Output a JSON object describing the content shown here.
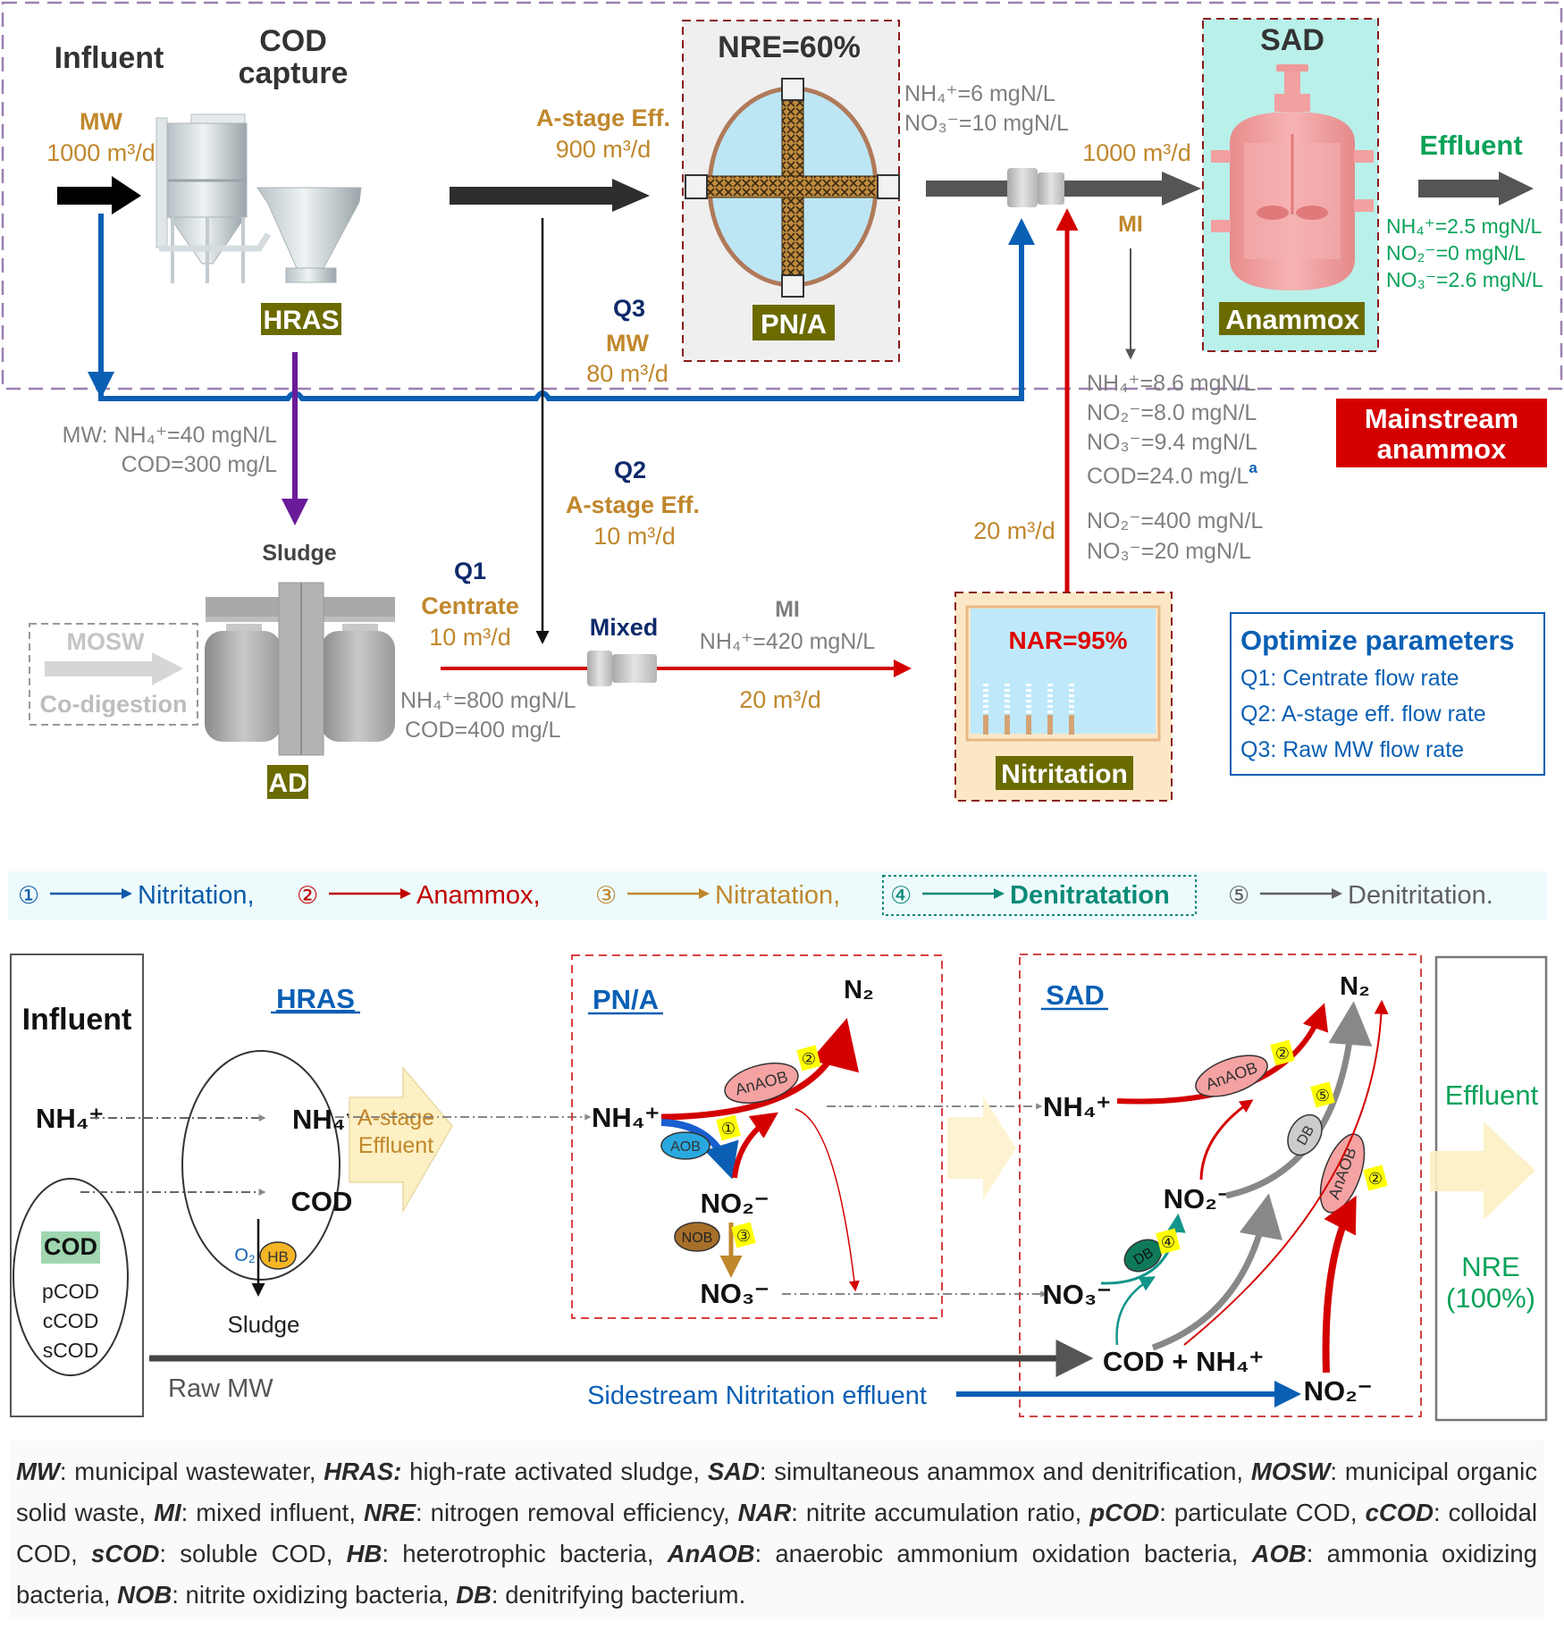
{
  "top_panel": {
    "influent_label": "Influent",
    "cod_capture_label": [
      "COD",
      "capture"
    ],
    "mw_label": "MW",
    "mw_flow": "1000 m³/d",
    "hras_label": "HRAS",
    "a_stage_eff_label": "A-stage Eff.",
    "a_stage_eff_flow": "900 m³/d",
    "pna_nre": "NRE=60%",
    "pna_label": "PN/A",
    "pna_effluent": [
      "NH₄⁺=6 mgN/L",
      "NO₃⁻=10 mgN/L"
    ],
    "mixed_flow": "1000 m³/d",
    "mi_label": "MI",
    "sad_label": "SAD",
    "anammox_label": "Anammox",
    "effluent_label": "Effluent",
    "effluent_values": [
      "NH₄⁺=2.5 mgN/L",
      "NO₂⁻=0 mgN/L",
      "NO₃⁻=2.6 mgN/L"
    ],
    "q3_label": "Q3",
    "q3_mw_label": "MW",
    "q3_flow": "80 m³/d",
    "mw_quality": [
      "MW: NH₄⁺=40 mgN/L",
      "COD=300 mg/L"
    ],
    "mi_values": [
      "NH₄⁺=8.6 mgN/L",
      "NO₂⁻=8.0 mgN/L",
      "NO₃⁻=9.4 mgN/L",
      "COD=24.0 mg/L"
    ],
    "mi_footnote": "a",
    "nitritation_eff_values": [
      "NO₂⁻=400 mgN/L",
      "NO₃⁻=20 mgN/L"
    ],
    "nitritation_eff_flow": "20 m³/d",
    "mainstream_badge": [
      "Mainstream",
      "anammox"
    ],
    "sludge_label": "Sludge",
    "q2_label": "Q2",
    "q2_stream": "A-stage Eff.",
    "q2_flow": "10 m³/d",
    "q1_label": "Q1",
    "q1_stream": "Centrate",
    "q1_flow": "10 m³/d",
    "centrate_values": [
      "NH₄⁺=800 mgN/L",
      "COD=400 mg/L"
    ],
    "mosw_label": "MOSW",
    "codigestion_label": "Co-digestion",
    "ad_label": "AD",
    "mixed_label": "Mixed",
    "side_mi_label": "MI",
    "side_mi_value": "NH₄⁺=420 mgN/L",
    "side_mi_flow": "20 m³/d",
    "nar_label": "NAR=95%",
    "nitritation_label": "Nitritation",
    "optimize": {
      "title": "Optimize parameters",
      "items": [
        "Q1: Centrate  flow rate",
        "Q2: A-stage eff. flow rate",
        "Q3: Raw MW flow rate"
      ]
    }
  },
  "legend": [
    {
      "num": "①",
      "label": "Nitritation,",
      "color": "#0a5aa8"
    },
    {
      "num": "②",
      "label": "Anammox,",
      "color": "#c00000"
    },
    {
      "num": "③",
      "label": "Nitratation,",
      "color": "#c0872c"
    },
    {
      "num": "④",
      "label": "Denitratation",
      "color": "#0a8a78"
    },
    {
      "num": "⑤",
      "label": "Denitritation.",
      "color": "#606060"
    }
  ],
  "bottom_panel": {
    "influent_label": "Influent",
    "nh4": "NH₄⁺",
    "cod": "COD",
    "cod_fractions": [
      "pCOD",
      "cCOD",
      "sCOD"
    ],
    "hras_title": "HRAS",
    "hras_nh4": "NH₄⁺",
    "hras_cod": "COD",
    "o2": "O₂",
    "hb": "HB",
    "sludge": "Sludge",
    "a_stage_effluent": [
      "A-stage",
      "Effluent"
    ],
    "pna_title": "PN/A",
    "pna_nh4": "NH₄⁺",
    "pna_no2": "NO₂⁻",
    "pna_no3": "NO₃⁻",
    "pna_n2": "N₂",
    "aob": "AOB",
    "anaob": "AnAOB",
    "nob": "NOB",
    "sad_title": "SAD",
    "sad_nh4": "NH₄⁺",
    "sad_no2": "NO₂⁻",
    "sad_no3": "NO₃⁻",
    "sad_n2": "N₂",
    "sad_cod_nh4": "COD + NH₄⁺",
    "sad_no2_side": "NO₂⁻",
    "db": "DB",
    "raw_mw": "Raw MW",
    "sidestream": "Sidestream Nitritation effluent",
    "effluent_label": "Effluent",
    "nre_label": [
      "NRE",
      "(100%)"
    ],
    "step_badges": [
      "①",
      "②",
      "③",
      "④",
      "⑤"
    ]
  },
  "caption": [
    {
      "term": "MW",
      "def": ": municipal wastewater, "
    },
    {
      "term": "HRAS:",
      "def": " high-rate activated sludge, "
    },
    {
      "term": "SAD",
      "def": ": simultaneous anammox and denitrification, "
    },
    {
      "term": "MOSW",
      "def": ": municipal organic solid waste, "
    },
    {
      "term": "MI",
      "def": ": mixed influent, "
    },
    {
      "term": "NRE",
      "def": ": nitrogen removal efficiency, "
    },
    {
      "term": "NAR",
      "def": ": nitrite accumulation ratio, "
    },
    {
      "term": "pCOD",
      "def": ": particulate COD, "
    },
    {
      "term": "cCOD",
      "def": ": colloidal COD, "
    },
    {
      "term": "sCOD",
      "def": ": soluble COD, "
    },
    {
      "term": "HB",
      "def": ": heterotrophic bacteria, "
    },
    {
      "term": "AnAOB",
      "def": ": anaerobic ammonium oxidation bacteria, "
    },
    {
      "term": "AOB",
      "def": ": ammonia oxidizing bacteria, "
    },
    {
      "term": "NOB",
      "def": ": nitrite oxidizing bacteria, "
    },
    {
      "term": "DB",
      "def": ": denitrifying bacterium."
    }
  ]
}
